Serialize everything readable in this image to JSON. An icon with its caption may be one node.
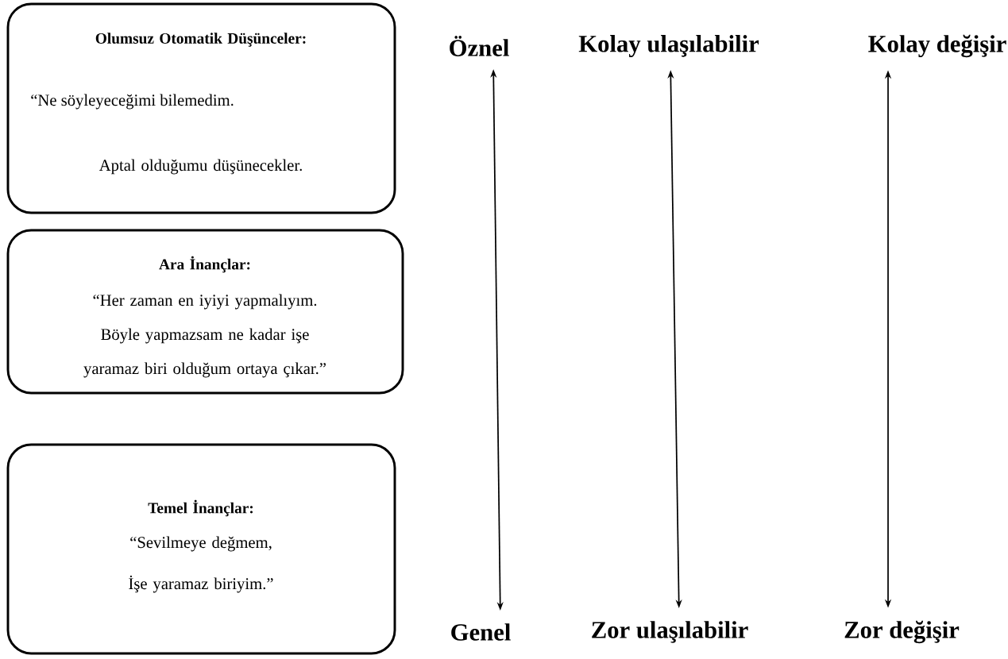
{
  "diagram": {
    "nodes": [
      {
        "text": [
          "Olumsuz Otomatik Düşünceler:",
          "“Ne söyleyeceğimi bilemedim.",
          "Aptal olduğumu düşünecekler."
        ]
      },
      {
        "text": [
          "Ara İnançlar:",
          "“Her zaman en iyiyi yapmalıyım. Böyle yapmazsam ne kadar işe yaramaz biri olduğum ortaya çıkar.”"
        ]
      },
      {
        "text": [
          "Temel İnançlar:",
          "“Sevilmeye değmem, İşe yaramaz biriyim.”"
        ]
      },
      {
        "text": [
          "Öznel"
        ]
      },
      {
        "text": [
          "Kolay ulaşılabilir"
        ]
      },
      {
        "text": [
          "Kolay değişir"
        ]
      },
      {
        "text": [
          "Genel"
        ]
      },
      {
        "text": [
          "Zor ulaşılabilir"
        ]
      },
      {
        "text": [
          "Zor değişir"
        ]
      }
    ],
    "edges": [
      {
        "from": 3,
        "to": 6,
        "arrow": "both"
      },
      {
        "from": 4,
        "to": 7,
        "arrow": "both"
      },
      {
        "from": 5,
        "to": 8,
        "arrow": "both"
      }
    ]
  }
}
